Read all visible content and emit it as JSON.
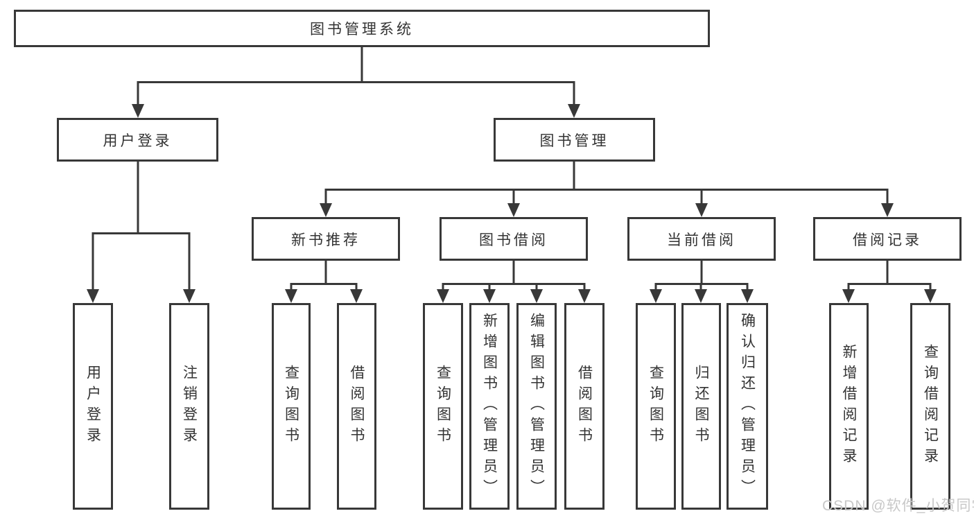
{
  "tree": {
    "root": {
      "label": "图书管理系统"
    },
    "branches": [
      {
        "label": "用户登录",
        "children": [
          {
            "label": "用户登录"
          },
          {
            "label": "注销登录"
          }
        ]
      },
      {
        "label": "图书管理",
        "sections": [
          {
            "label": "新书推荐",
            "children": [
              {
                "label": "查询图书"
              },
              {
                "label": "借阅图书"
              }
            ]
          },
          {
            "label": "图书借阅",
            "children": [
              {
                "label": "查询图书"
              },
              {
                "label": "新增图书（管理员）"
              },
              {
                "label": "编辑图书（管理员）"
              },
              {
                "label": "借阅图书"
              }
            ]
          },
          {
            "label": "当前借阅",
            "children": [
              {
                "label": "查询图书"
              },
              {
                "label": "归还图书"
              },
              {
                "label": "确认归还（管理员）"
              }
            ]
          },
          {
            "label": "借阅记录",
            "children": [
              {
                "label": "新增借阅记录"
              },
              {
                "label": "查询借阅记录"
              }
            ]
          }
        ]
      }
    ]
  },
  "watermark": {
    "text": "CSDN @软件_小贺同学"
  },
  "colors": {
    "line": "#383838",
    "text": "#333333",
    "watermark": "#c8c8c8",
    "background": "#ffffff"
  }
}
